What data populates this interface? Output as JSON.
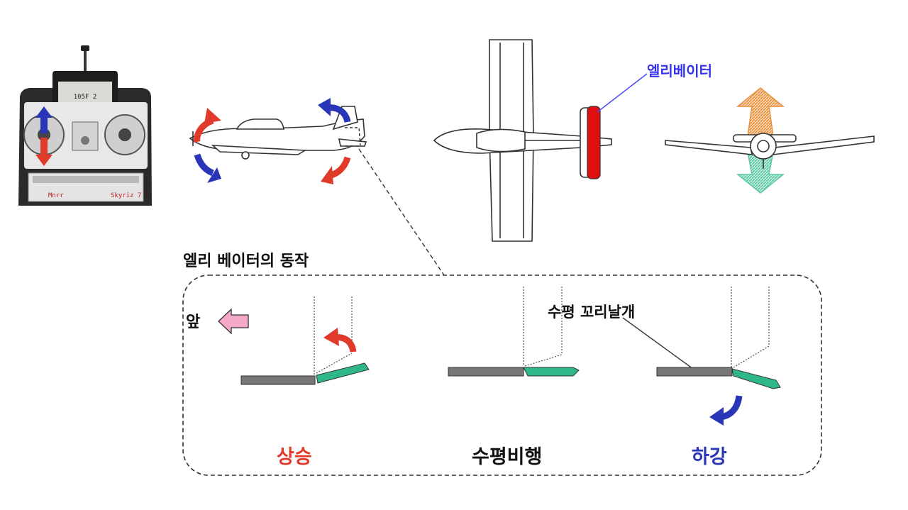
{
  "labels": {
    "elevator": "엘리베이터",
    "section_title": "엘리 베이터의  동작",
    "front": "앞",
    "tail": "수평 꼬리날개"
  },
  "states": {
    "up": "상승",
    "level": "수평비행",
    "down": "하강"
  },
  "transmitter": {
    "screen": "105F  2",
    "brand": "Mnrr",
    "model": "Skyriz 7"
  },
  "colors": {
    "up": "#e03a2a",
    "down": "#2a36b8",
    "elevator_leader": "#4a4aff",
    "elevator_label": "#3333ee",
    "elevator_surface": "#e01010",
    "stabilizer": "#777777",
    "elevator_flap": "#2eb88a",
    "front_arrow": "#f5a8c8",
    "climb_arrow": "#e8903a",
    "descend_arrow": "#5ac8a0"
  }
}
